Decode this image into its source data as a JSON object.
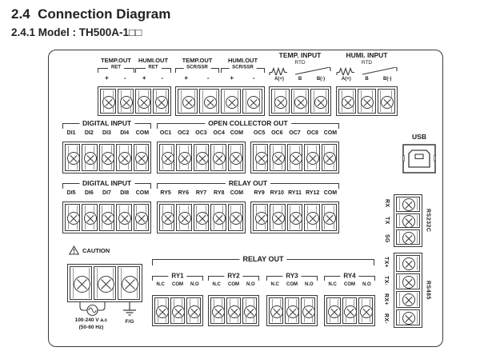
{
  "colors": {
    "ink": "#3a3a3a",
    "background": "#ffffff"
  },
  "header": {
    "section": "2.4  Connection Diagram",
    "subsection": "2.4.1 Model : TH500A-1□□"
  },
  "top_row": {
    "groups": [
      {
        "title": "TEMP.OUT",
        "sub": "RET",
        "labels": [
          "+",
          "-"
        ]
      },
      {
        "title": "HUMI.OUT",
        "sub": "RET",
        "labels": [
          "+",
          "-"
        ]
      },
      {
        "title": "TEMP.OUT",
        "sub": "SCR/SSR",
        "labels": [
          "+",
          "-"
        ]
      },
      {
        "title": "HUMI.OUT",
        "sub": "SCR/SSR",
        "labels": [
          "+",
          "-"
        ]
      },
      {
        "title": "TEMP. INPUT",
        "sub": "RTD",
        "labels": [
          "A(+)",
          "B",
          "B(-)"
        ]
      },
      {
        "title": "HUMI. INPUT",
        "sub": "RTD",
        "labels": [
          "A(+)",
          "B",
          "B(-)"
        ]
      }
    ]
  },
  "digital_input_1": {
    "title": "DIGITAL INPUT",
    "labels": [
      "DI1",
      "DI2",
      "DI3",
      "DI4",
      "COM"
    ]
  },
  "open_collector_out": {
    "title": "OPEN COLLECTOR OUT",
    "labels_a": [
      "OC1",
      "OC2",
      "OC3",
      "OC4",
      "COM"
    ],
    "labels_b": [
      "OC5",
      "OC6",
      "OC7",
      "OC8",
      "COM"
    ]
  },
  "digital_input_2": {
    "title": "DIGITAL INPUT",
    "labels": [
      "DI5",
      "DI6",
      "DI7",
      "DI8",
      "COM"
    ]
  },
  "relay_out_mid": {
    "title": "RELAY OUT",
    "labels_a": [
      "RY5",
      "RY6",
      "RY7",
      "RY8",
      "COM"
    ],
    "labels_b": [
      "RY9",
      "RY10",
      "RY11",
      "RY12",
      "COM"
    ]
  },
  "caution": {
    "label": "CAUTION"
  },
  "power": {
    "line1": "100-240 V a.c",
    "line2": "(50-60 Hz)",
    "ground_label": "F/G"
  },
  "relay_out_bottom": {
    "title": "RELAY OUT",
    "groups": [
      {
        "name": "RY1",
        "labels": [
          "N.C",
          "COM",
          "N.O"
        ]
      },
      {
        "name": "RY2",
        "labels": [
          "N.C",
          "COM",
          "N.O"
        ]
      },
      {
        "name": "RY3",
        "labels": [
          "N.C",
          "COM",
          "N.O"
        ]
      },
      {
        "name": "RY4",
        "labels": [
          "N.C",
          "COM",
          "N.O"
        ]
      }
    ]
  },
  "usb": {
    "label": "USB"
  },
  "rs232c": {
    "title": "RS232C",
    "labels": [
      "RX",
      "TX",
      "SG"
    ]
  },
  "rs485": {
    "title": "RS485",
    "labels": [
      "TX+",
      "TX-",
      "RX+",
      "RX-"
    ]
  }
}
